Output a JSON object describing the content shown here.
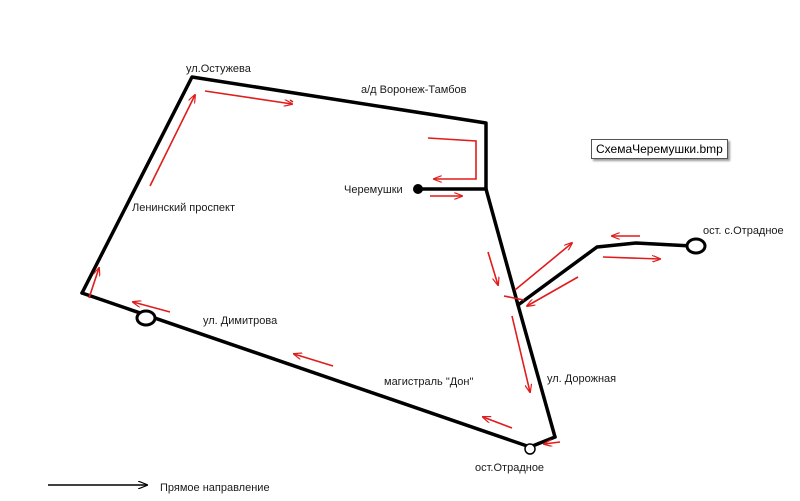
{
  "tooltip": {
    "text": "СхемаЧеремушки.bmp"
  },
  "labels": {
    "ostuzheva": "ул.Остужева",
    "voronezh_tambov": "а/д Воронеж-Тамбов",
    "cheremushki": "Черемушки",
    "leninsky": "Ленинский проспект",
    "otradnoe_village_stop": "ост. с.Отрадное",
    "dimitrova": "ул. Димитрова",
    "magistral_don": "магистраль \"Дон\"",
    "dorozhnaya": "ул. Дорожная",
    "otradnoe_stop": "ост.Отрадное"
  },
  "legend": {
    "text": "Прямое направление"
  },
  "colors": {
    "road": "#000000",
    "route_arrow": "#e01c1c"
  }
}
